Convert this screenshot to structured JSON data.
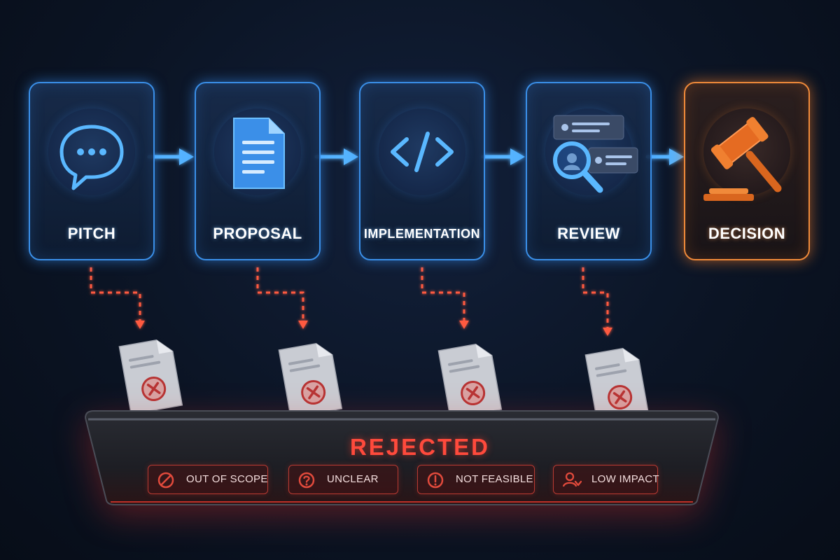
{
  "stages": [
    {
      "label": "PITCH",
      "icon": "chat-bubble-icon"
    },
    {
      "label": "PROPOSAL",
      "icon": "document-icon"
    },
    {
      "label": "IMPLEMENTATION",
      "icon": "code-icon"
    },
    {
      "label": "REVIEW",
      "icon": "magnifier-icon"
    },
    {
      "label": "DECISION",
      "icon": "gavel-icon"
    }
  ],
  "rejected": {
    "title": "REJECTED",
    "reasons": [
      {
        "label": "OUT OF SCOPE",
        "icon": "prohibited-icon"
      },
      {
        "label": "UNCLEAR",
        "icon": "question-icon"
      },
      {
        "label": "NOT FEASIBLE",
        "icon": "exclamation-icon"
      },
      {
        "label": "LOW IMPACT",
        "icon": "user-down-icon"
      }
    ]
  },
  "colors": {
    "stage_accent": "#3a8fe8",
    "decision_accent": "#f08a3a",
    "reject_accent": "#ff4a3c",
    "background": "#0b1424"
  }
}
